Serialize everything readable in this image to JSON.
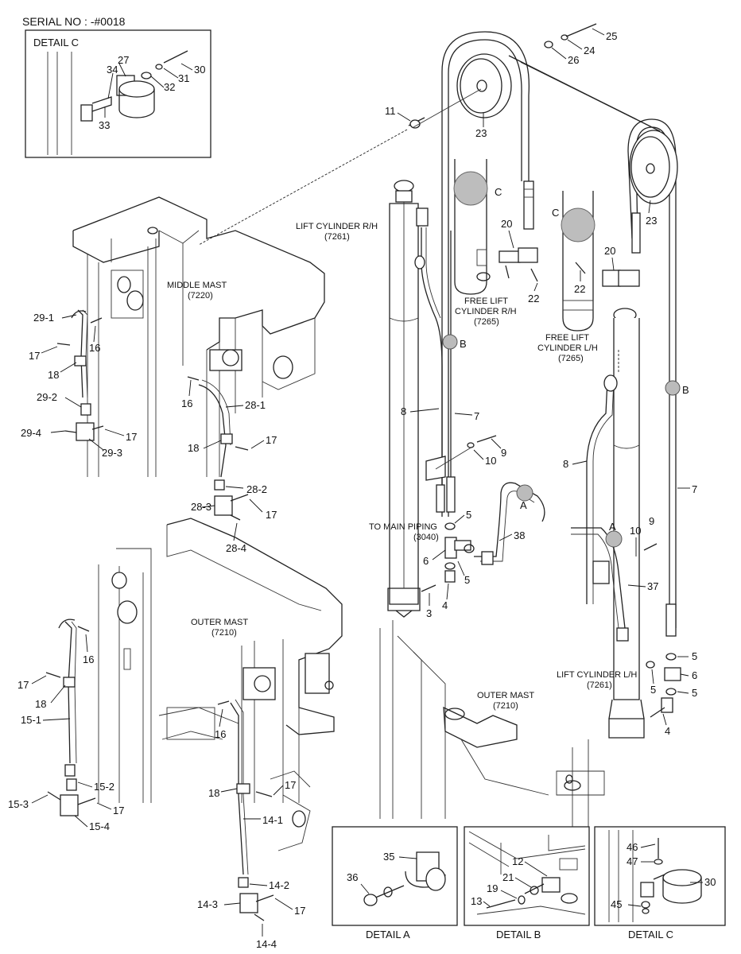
{
  "header": {
    "serial": "SERIAL NO : -#0018"
  },
  "detail_titles": {
    "top_left": "DETAIL C",
    "a": "DETAIL A",
    "b": "DETAIL B",
    "c": "DETAIL C"
  },
  "captions": {
    "lift_rh": [
      "LIFT CYLINDER R/H",
      "(7261)"
    ],
    "middle_mast": [
      "MIDDLE MAST",
      "(7220)"
    ],
    "free_lift_rh": [
      "FREE LIFT",
      "CYLINDER R/H",
      "(7265)"
    ],
    "free_lift_lh": [
      "FREE LIFT",
      "CYLINDER L/H",
      "(7265)"
    ],
    "main_piping": [
      "TO MAIN PIPING",
      "(3040)"
    ],
    "outer_mast_left": [
      "OUTER MAST",
      "(7210)"
    ],
    "outer_mast_right": [
      "OUTER MAST",
      "(7210)"
    ],
    "lift_lh": [
      "LIFT CYLINDER L/H",
      "(7261)"
    ]
  },
  "callouts": {
    "c_top_left": "C",
    "c_lower_right": "C",
    "a_38": "A",
    "a_37": "A",
    "b_rh": "B",
    "b_lh": "B",
    "p25": "25",
    "p24": "24",
    "p26": "26",
    "p11": "11",
    "p23a": "23",
    "p23b": "23",
    "p20a": "20",
    "p22a": "22",
    "p20b": "20",
    "p22b": "22",
    "p29_1": "29-1",
    "p16a": "16",
    "p17a": "17",
    "p18a": "18",
    "p29_2": "29-2",
    "p29_4": "29-4",
    "p17b": "17",
    "p29_3": "29-3",
    "p16b": "16",
    "p28_1": "28-1",
    "p17c": "17",
    "p18b": "18",
    "p28_2": "28-2",
    "p28_3": "28-3",
    "p17d": "17",
    "p28_4": "28-4",
    "p8a": "8",
    "p7a": "7",
    "p9a": "9",
    "p10a": "10",
    "p5a": "5",
    "p38": "38",
    "p6a": "6",
    "p5b": "5",
    "p3": "3",
    "p4a": "4",
    "p8b": "8",
    "p7b": "7",
    "p10b": "10",
    "p9b": "9",
    "p37": "37",
    "p5c": "5",
    "p6b": "6",
    "p5d": "5",
    "p5e": "5",
    "p4b": "4",
    "p16c": "16",
    "p17e": "17",
    "p18c": "18",
    "p15_1": "15-1",
    "p15_2": "15-2",
    "p15_3": "15-3",
    "p17f": "17",
    "p15_4": "15-4",
    "p16d": "16",
    "p18d": "18",
    "p17g": "17",
    "p14_1": "14-1",
    "p14_2": "14-2",
    "p14_3": "14-3",
    "p17h": "17",
    "p14_4": "14-4",
    "p27": "27",
    "p34": "34",
    "p30a": "30",
    "p31": "31",
    "p32": "32",
    "p33": "33",
    "p35": "35",
    "p36": "36",
    "p12": "12",
    "p21": "21",
    "p19": "19",
    "p13": "13",
    "p46": "46",
    "p47": "47",
    "p45": "45",
    "p30b": "30"
  }
}
